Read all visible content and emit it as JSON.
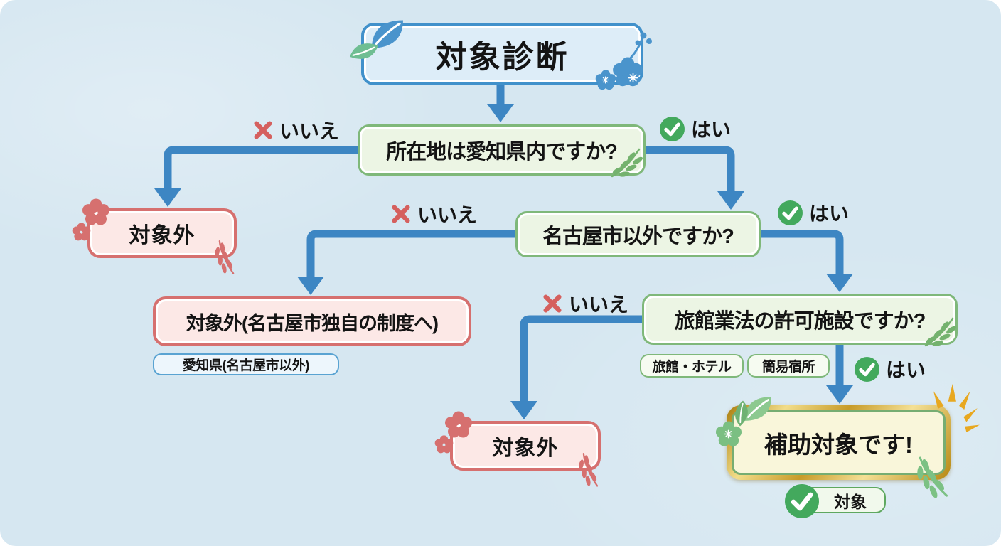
{
  "diagram": {
    "title": "対象診断",
    "labels": {
      "yes": "はい",
      "no": "いいえ"
    },
    "questions": {
      "q1": "所在地は愛知県内ですか?",
      "q2": "名古屋市以外ですか?",
      "q3": "旅館業法の許可施設ですか?"
    },
    "outcomes": {
      "out1": "対象外",
      "out2": "対象外(名古屋市独自の制度へ)",
      "out2_note": "愛知県(名古屋市以外)",
      "out3": "対象外",
      "result": "補助対象です!",
      "result_badge": "対象"
    },
    "facility_tags": [
      "旅館・ホテル",
      "簡易宿所"
    ]
  },
  "icons": {
    "yes": "check-circle-icon",
    "no": "x-mark-icon",
    "decorations": [
      "leaf-icon",
      "blossom-icon",
      "flower-icon",
      "sprig-icon",
      "sparkle-burst-icon"
    ]
  },
  "colors": {
    "background": "#d6e7f1",
    "arrow_blue": "#3d86c3",
    "title_border": "#4191cb",
    "question_green": "#7fb87a",
    "outcome_red": "#d6706f",
    "yes_green": "#43a95d",
    "no_red": "#d5605e",
    "gold_frame": "#c79b28"
  }
}
